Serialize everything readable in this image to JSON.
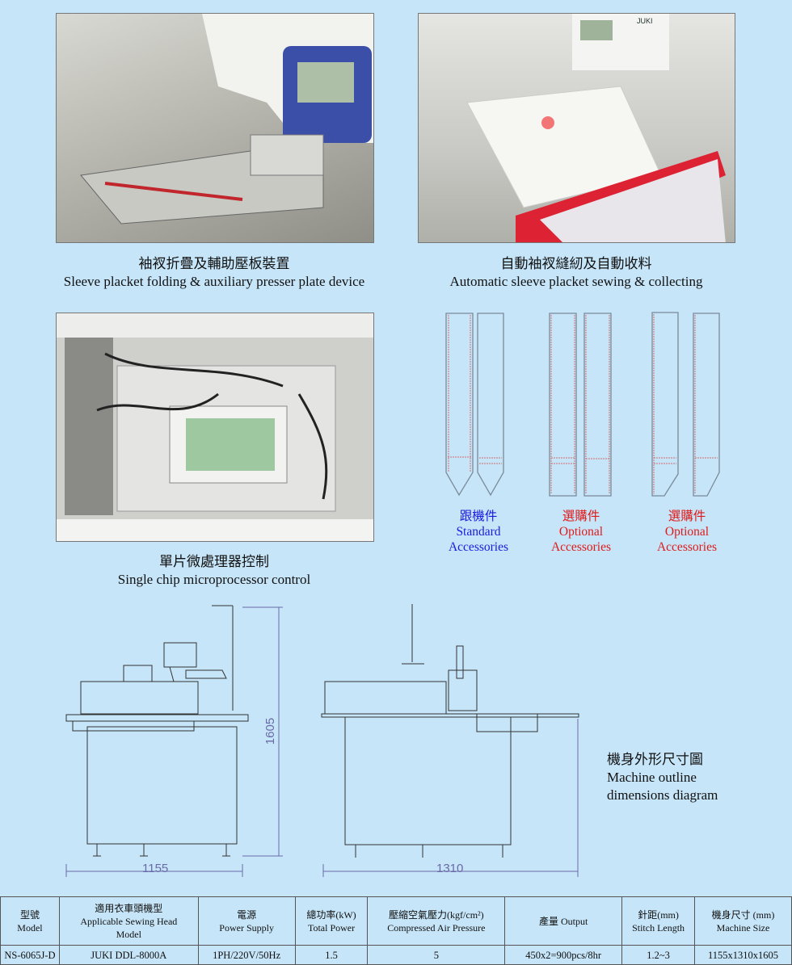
{
  "photos": [
    {
      "caption_zh": "袖衩折疊及輔助壓板裝置",
      "caption_en": "Sleeve placket folding & auxiliary presser plate device"
    },
    {
      "caption_zh": "自動袖衩縫紉及自動收料",
      "caption_en": "Automatic sleeve placket sewing & collecting"
    },
    {
      "caption_zh": "單片微處理器控制",
      "caption_en": "Single chip microprocessor control"
    }
  ],
  "photo_labels": {
    "brand": "JUKI"
  },
  "accessories": [
    {
      "zh": "跟機件",
      "en1": "Standard",
      "en2": "Accessories",
      "type": "standard"
    },
    {
      "zh": "選購件",
      "en1": "Optional",
      "en2": "Accessories",
      "type": "optional"
    },
    {
      "zh": "選購件",
      "en1": "Optional",
      "en2": "Accessories",
      "type": "optional"
    }
  ],
  "colors": {
    "background": "#c6e5f8",
    "standard": "#1a1ae0",
    "optional": "#e01a1a"
  },
  "diagram": {
    "title_zh": "機身外形尺寸圖",
    "title_en1": "Machine outline",
    "title_en2": "dimensions diagram",
    "width": "1155",
    "height": "1605",
    "depth": "1310"
  },
  "specs": {
    "headers": [
      [
        "型號",
        "Model"
      ],
      [
        "適用衣車頭機型",
        "Applicable Sewing Head",
        "Model"
      ],
      [
        "電源",
        "Power Supply"
      ],
      [
        "總功率(kW)",
        "Total Power"
      ],
      [
        "壓縮空氣壓力(kgf/cm²)",
        "Compressed Air Pressure"
      ],
      [
        "產量 Output"
      ],
      [
        "針距(mm)",
        "Stitch Length"
      ],
      [
        "機身尺寸 (mm)",
        "Machine Size"
      ]
    ],
    "row": [
      "NS-6065J-D",
      "JUKI DDL-8000A",
      "1PH/220V/50Hz",
      "1.5",
      "5",
      "450x2=900pcs/8hr",
      "1.2~3",
      "1155x1310x1605"
    ]
  }
}
